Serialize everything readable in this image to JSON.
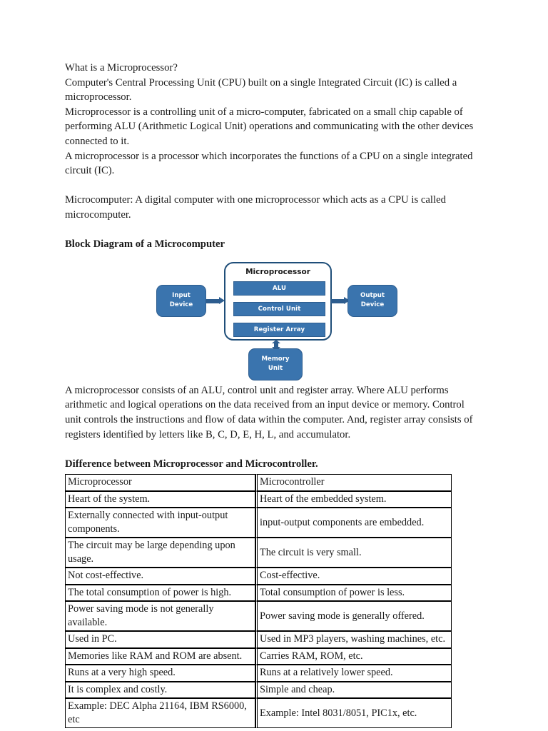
{
  "document": {
    "paragraphs": [
      "What is a Microprocessor?",
      "Computer's Central Processing Unit (CPU) built on a single Integrated Circuit (IC) is called a microprocessor.",
      "Microprocessor is a controlling unit of a micro-computer, fabricated on a small chip capable of performing ALU (Arithmetic Logical Unit) operations and communicating with the other devices connected to it.",
      "A microprocessor is a processor which incorporates the functions of a CPU on a single integrated circuit (IC)."
    ],
    "microcomputer_paragraph": "Microcomputer: A digital computer with one microprocessor which acts as a CPU is called microcomputer.",
    "diagram_heading": "Block Diagram of a Microcomputer",
    "after_diagram_paragraph": "A microprocessor consists of an ALU, control unit and register array. Where ALU performs arithmetic and logical operations on the data received from an input device or memory. Control unit controls the instructions and flow of data within the computer. And, register array consists of registers identified by letters like B, C, D, E, H, L, and accumulator.",
    "table_heading": "Difference between Microprocessor and Microcontroller."
  },
  "diagram": {
    "microprocessor_label": "Microprocessor",
    "inner_blocks": [
      "ALU",
      "Control Unit",
      "Register Array"
    ],
    "input_device": [
      "Input",
      "Device"
    ],
    "output_device": [
      "Output",
      "Device"
    ],
    "memory_unit": [
      "Memory",
      "Unit"
    ],
    "colors": {
      "block_fill": "#3a74ae",
      "block_border": "#2d5d8f",
      "container_border": "#1f4e79",
      "container_fill": "#ffffff",
      "arrow": "#2d5d8f",
      "label_text": "#ffffff"
    }
  },
  "table": {
    "headers": [
      "Microprocessor",
      "Microcontroller"
    ],
    "rows": [
      [
        "Heart of the system.",
        "Heart of the embedded system."
      ],
      [
        "Externally connected with input-output components.",
        "input-output components are embedded."
      ],
      [
        "The circuit may be large depending upon usage.",
        "The circuit is very small."
      ],
      [
        "Not cost-effective.",
        "Cost-effective."
      ],
      [
        "The total consumption of power is high.",
        "Total consumption of power is less."
      ],
      [
        "Power saving mode is not generally available.",
        "Power saving mode is generally offered."
      ],
      [
        "Used in PC.",
        "Used in MP3 players, washing machines, etc."
      ],
      [
        "Memories like RAM and ROM are absent.",
        "Carries RAM, ROM, etc."
      ],
      [
        "Runs at a very high speed.",
        "Runs at a relatively lower speed."
      ],
      [
        "It is complex and costly.",
        "Simple and cheap."
      ],
      [
        "Example: DEC Alpha 21164, IBM RS6000, etc",
        "Example:  Intel 8031/8051, PIC1x, etc."
      ]
    ]
  }
}
